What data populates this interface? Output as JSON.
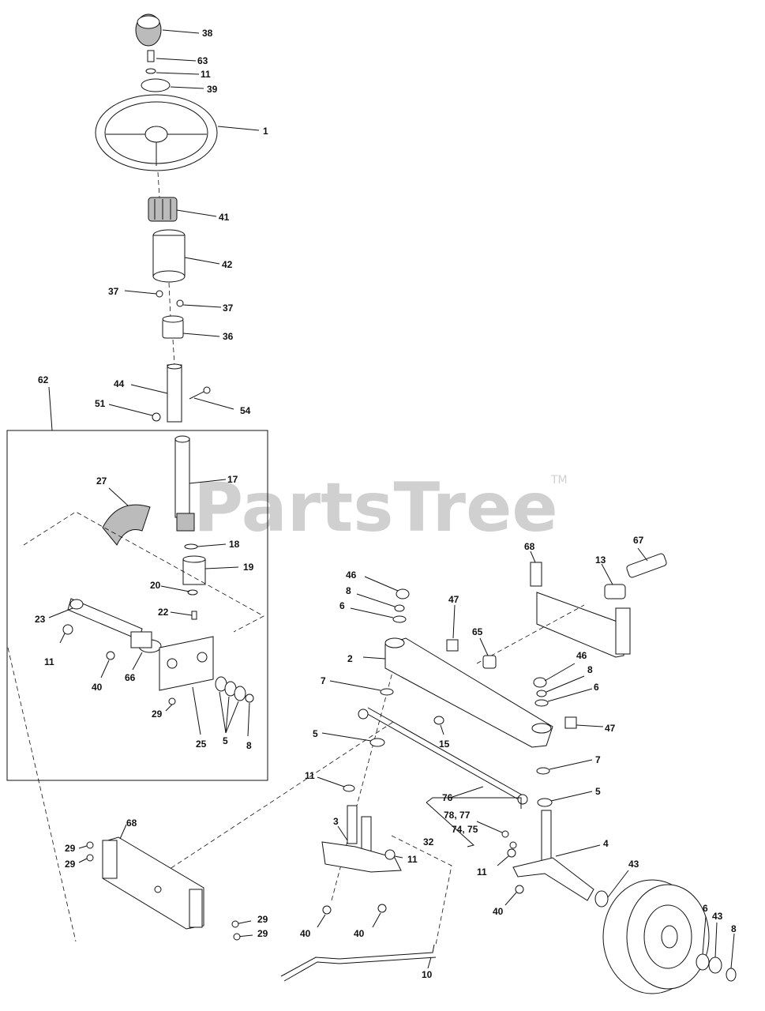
{
  "watermark": {
    "text": "PartsTree",
    "trademark": "TM"
  },
  "callouts": [
    {
      "id": "c38",
      "text": "38"
    },
    {
      "id": "c63",
      "text": "63"
    },
    {
      "id": "c11a",
      "text": "11"
    },
    {
      "id": "c39",
      "text": "39"
    },
    {
      "id": "c1",
      "text": "1"
    },
    {
      "id": "c41",
      "text": "41"
    },
    {
      "id": "c42",
      "text": "42"
    },
    {
      "id": "c37a",
      "text": "37"
    },
    {
      "id": "c37b",
      "text": "37"
    },
    {
      "id": "c36",
      "text": "36"
    },
    {
      "id": "c62",
      "text": "62"
    },
    {
      "id": "c44",
      "text": "44"
    },
    {
      "id": "c51",
      "text": "51"
    },
    {
      "id": "c54",
      "text": "54"
    },
    {
      "id": "c17",
      "text": "17"
    },
    {
      "id": "c27",
      "text": "27"
    },
    {
      "id": "c18",
      "text": "18"
    },
    {
      "id": "c19",
      "text": "19"
    },
    {
      "id": "c20",
      "text": "20"
    },
    {
      "id": "c22",
      "text": "22"
    },
    {
      "id": "c23",
      "text": "23"
    },
    {
      "id": "c11b",
      "text": "11"
    },
    {
      "id": "c40a",
      "text": "40"
    },
    {
      "id": "c66",
      "text": "66"
    },
    {
      "id": "c29a",
      "text": "29"
    },
    {
      "id": "c25",
      "text": "25"
    },
    {
      "id": "c5a",
      "text": "5"
    },
    {
      "id": "c8a",
      "text": "8"
    },
    {
      "id": "c68a",
      "text": "68"
    },
    {
      "id": "c67",
      "text": "67"
    },
    {
      "id": "c13",
      "text": "13"
    },
    {
      "id": "c46a",
      "text": "46"
    },
    {
      "id": "c8b",
      "text": "8"
    },
    {
      "id": "c6a",
      "text": "6"
    },
    {
      "id": "c47a",
      "text": "47"
    },
    {
      "id": "c65",
      "text": "65"
    },
    {
      "id": "c2",
      "text": "2"
    },
    {
      "id": "c46b",
      "text": "46"
    },
    {
      "id": "c8c",
      "text": "8"
    },
    {
      "id": "c6b",
      "text": "6"
    },
    {
      "id": "c7a",
      "text": "7"
    },
    {
      "id": "c47b",
      "text": "47"
    },
    {
      "id": "c5b",
      "text": "5"
    },
    {
      "id": "c15",
      "text": "15"
    },
    {
      "id": "c7b",
      "text": "7"
    },
    {
      "id": "c11c",
      "text": "11"
    },
    {
      "id": "c5c",
      "text": "5"
    },
    {
      "id": "c76",
      "text": "76"
    },
    {
      "id": "c7877",
      "text": "78, 77"
    },
    {
      "id": "c7475",
      "text": "74, 75"
    },
    {
      "id": "c32",
      "text": "32"
    },
    {
      "id": "c3",
      "text": "3"
    },
    {
      "id": "c4",
      "text": "4"
    },
    {
      "id": "c68b",
      "text": "68"
    },
    {
      "id": "c29b",
      "text": "29"
    },
    {
      "id": "c29c",
      "text": "29"
    },
    {
      "id": "c11d",
      "text": "11"
    },
    {
      "id": "c11e",
      "text": "11"
    },
    {
      "id": "c43a",
      "text": "43"
    },
    {
      "id": "c29d",
      "text": "29"
    },
    {
      "id": "c29e",
      "text": "29"
    },
    {
      "id": "c40b",
      "text": "40"
    },
    {
      "id": "c40c",
      "text": "40"
    },
    {
      "id": "c40d",
      "text": "40"
    },
    {
      "id": "c6c",
      "text": "6"
    },
    {
      "id": "c43b",
      "text": "43"
    },
    {
      "id": "c8d",
      "text": "8"
    },
    {
      "id": "c10",
      "text": "10"
    }
  ]
}
